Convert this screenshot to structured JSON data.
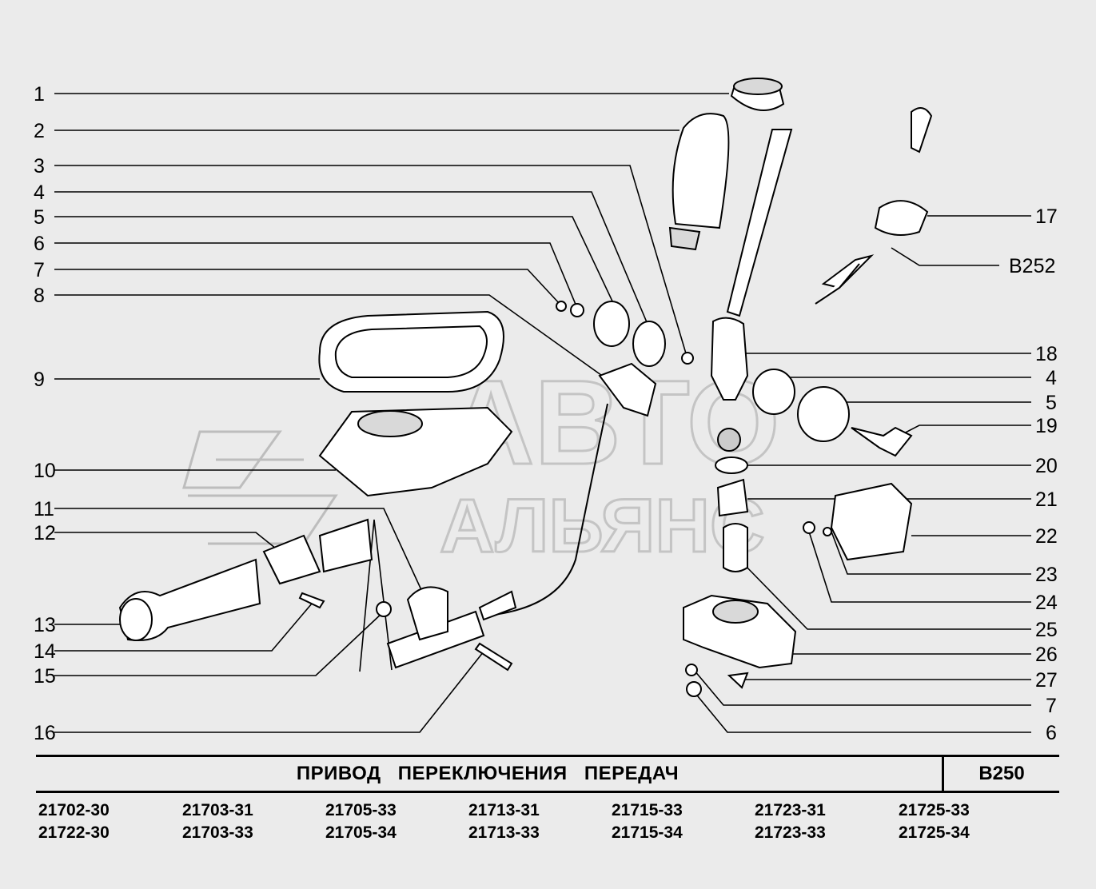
{
  "title": "ПРИВОД   ПЕРЕКЛЮЧЕНИЯ   ПЕРЕДАЧ",
  "sheet_code": "В250",
  "watermark": "АВТО АЛЬЯНС",
  "callouts_left": [
    "1",
    "2",
    "3",
    "4",
    "5",
    "6",
    "7",
    "8",
    "9",
    "10",
    "11",
    "12",
    "13",
    "14",
    "15",
    "16"
  ],
  "callouts_right": [
    "17",
    "В252",
    "18",
    "4",
    "5",
    "19",
    "20",
    "21",
    "22",
    "23",
    "24",
    "25",
    "26",
    "27",
    "7",
    "6"
  ],
  "models": [
    [
      "21702-30",
      "21722-30"
    ],
    [
      "21703-31",
      "21703-33"
    ],
    [
      "21705-33",
      "21705-34"
    ],
    [
      "21713-31",
      "21713-33"
    ],
    [
      "21715-33",
      "21715-34"
    ],
    [
      "21723-31",
      "21723-33"
    ],
    [
      "21725-33",
      "21725-34"
    ]
  ]
}
